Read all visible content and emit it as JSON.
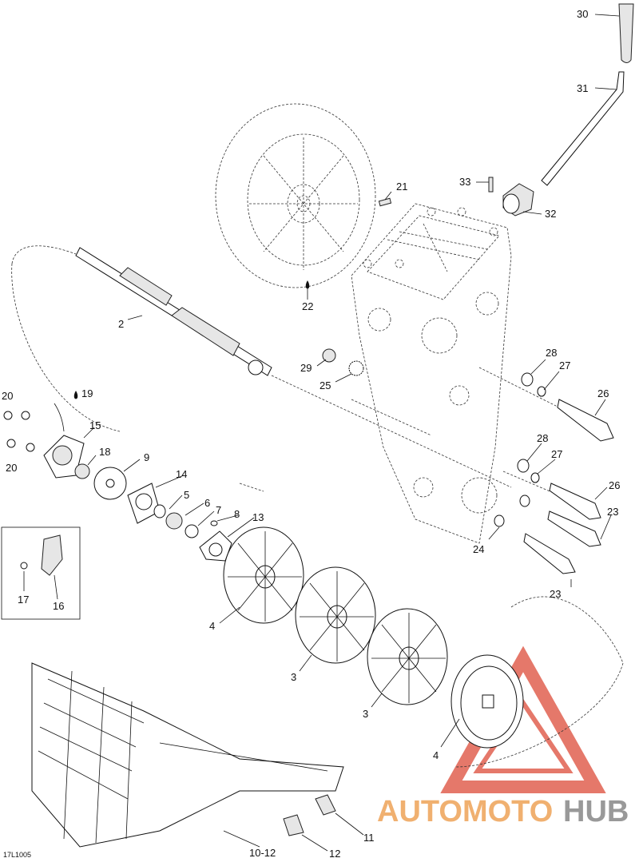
{
  "drawing_code": "17L1005",
  "watermark": {
    "text_orange": "AUTOMOTO",
    "text_grey": "HUB"
  },
  "colors": {
    "watermark_orange": "#f0b070",
    "watermark_red": "#e06050",
    "watermark_grey": "#999999",
    "ink": "#111111"
  },
  "callouts": {
    "c2": "2",
    "c3a": "3",
    "c3b": "3",
    "c4a": "4",
    "c4b": "4",
    "c5": "5",
    "c6": "6",
    "c7a": "7",
    "c8": "8",
    "c9": "9",
    "c10_12": "10-12",
    "c11": "11",
    "c12": "12",
    "c13": "13",
    "c14": "14",
    "c15": "15",
    "c16": "16",
    "c17": "17",
    "c18": "18",
    "c19": "19",
    "c20a": "20",
    "c20b": "20",
    "c21": "21",
    "c22": "22",
    "c23a": "23",
    "c23b": "23",
    "c24": "24",
    "c25": "25",
    "c26a": "26",
    "c26b": "26",
    "c27a": "27",
    "c27b": "27",
    "c28a": "28",
    "c28b": "28",
    "c29": "29",
    "c30": "30",
    "c31": "31",
    "c32": "32",
    "c33": "33"
  }
}
